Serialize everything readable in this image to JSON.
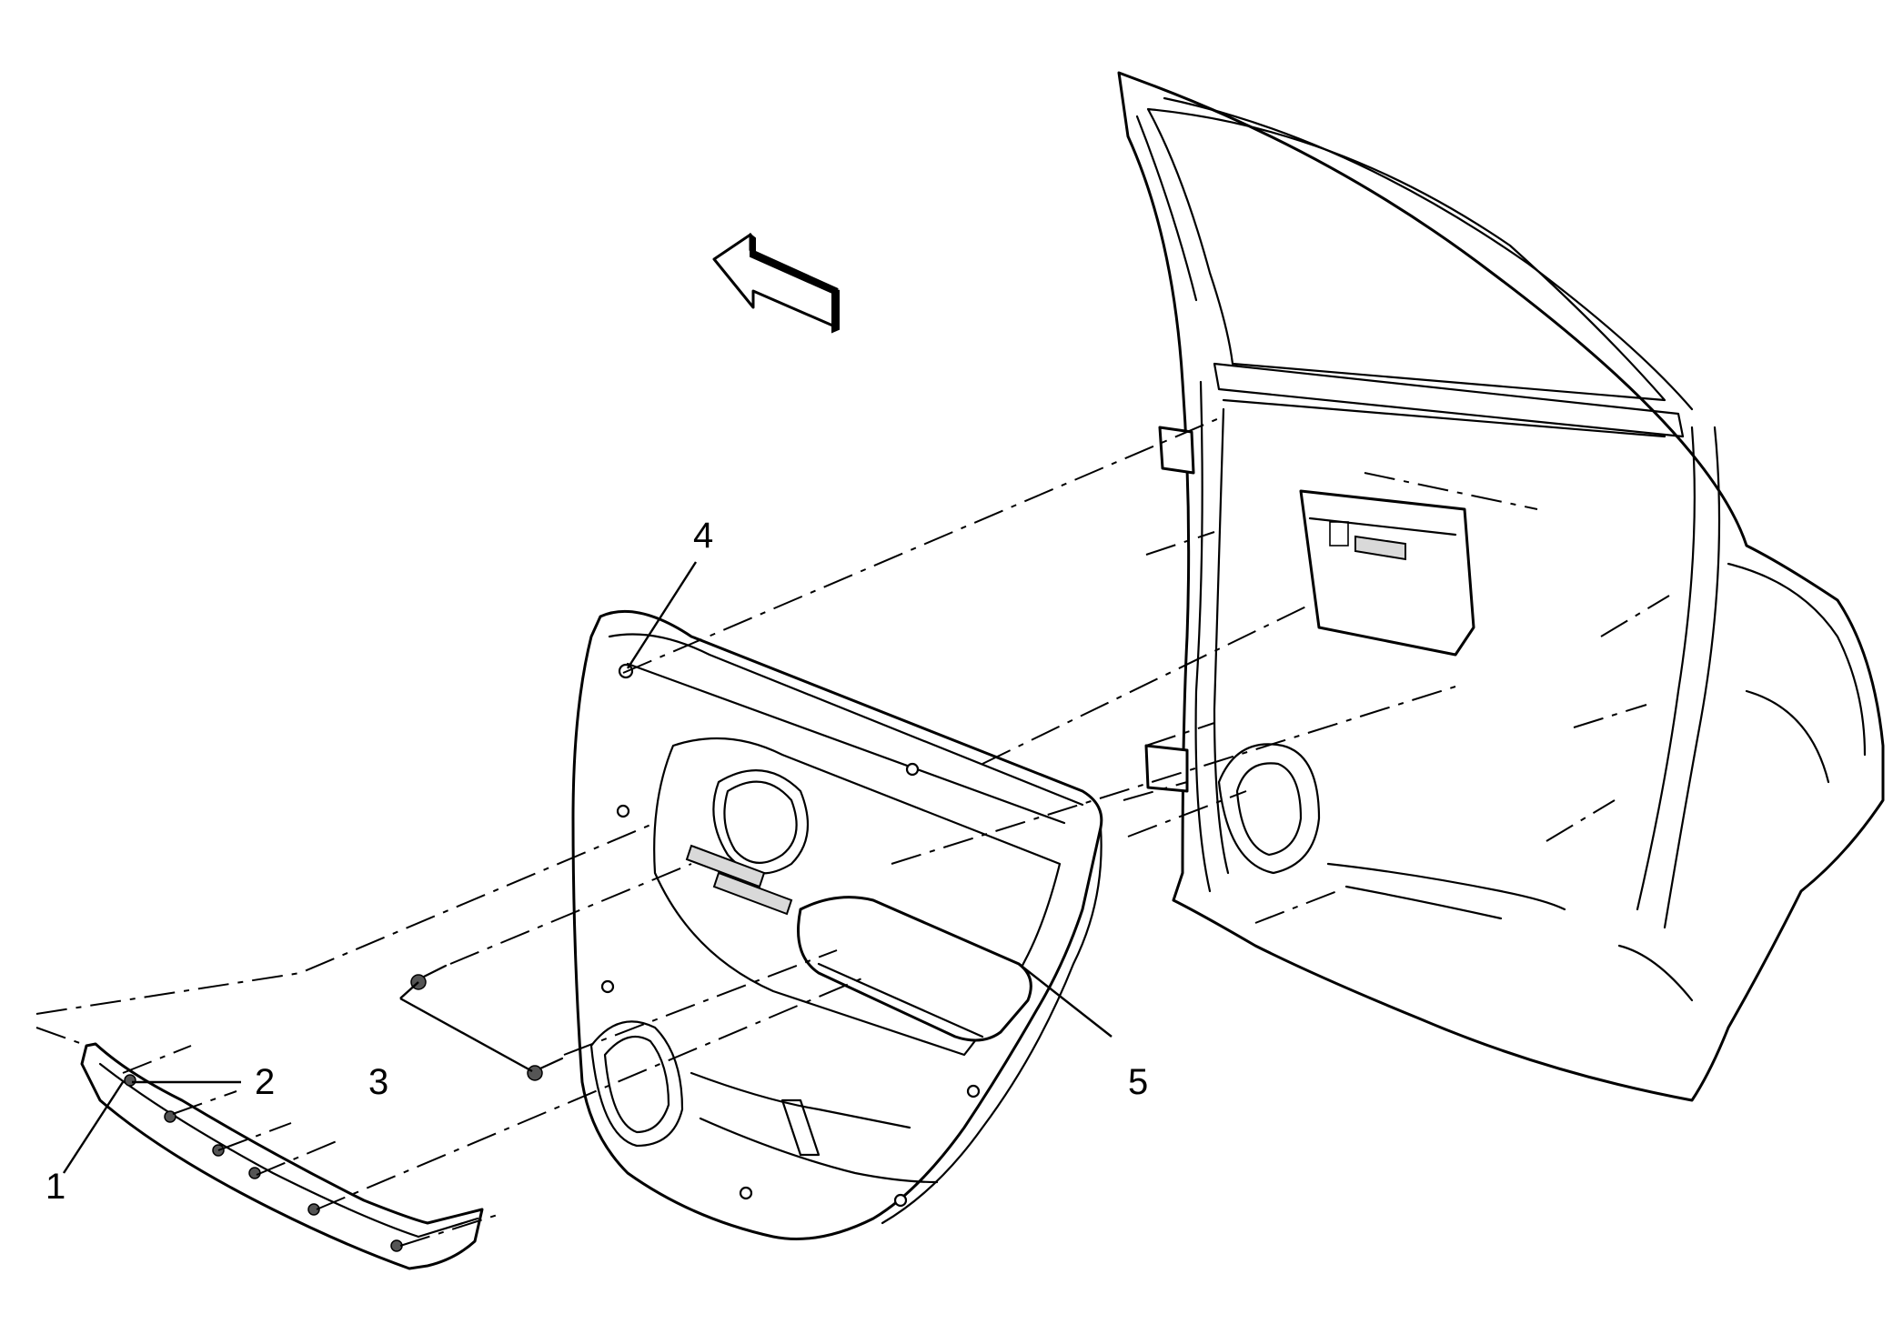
{
  "diagram": {
    "callouts": [
      {
        "id": "1",
        "label": "1"
      },
      {
        "id": "2",
        "label": "2"
      },
      {
        "id": "3",
        "label": "3"
      },
      {
        "id": "4",
        "label": "4"
      },
      {
        "id": "5",
        "label": "5"
      }
    ],
    "direction_arrow_icon": "front-direction-arrow-icon"
  }
}
